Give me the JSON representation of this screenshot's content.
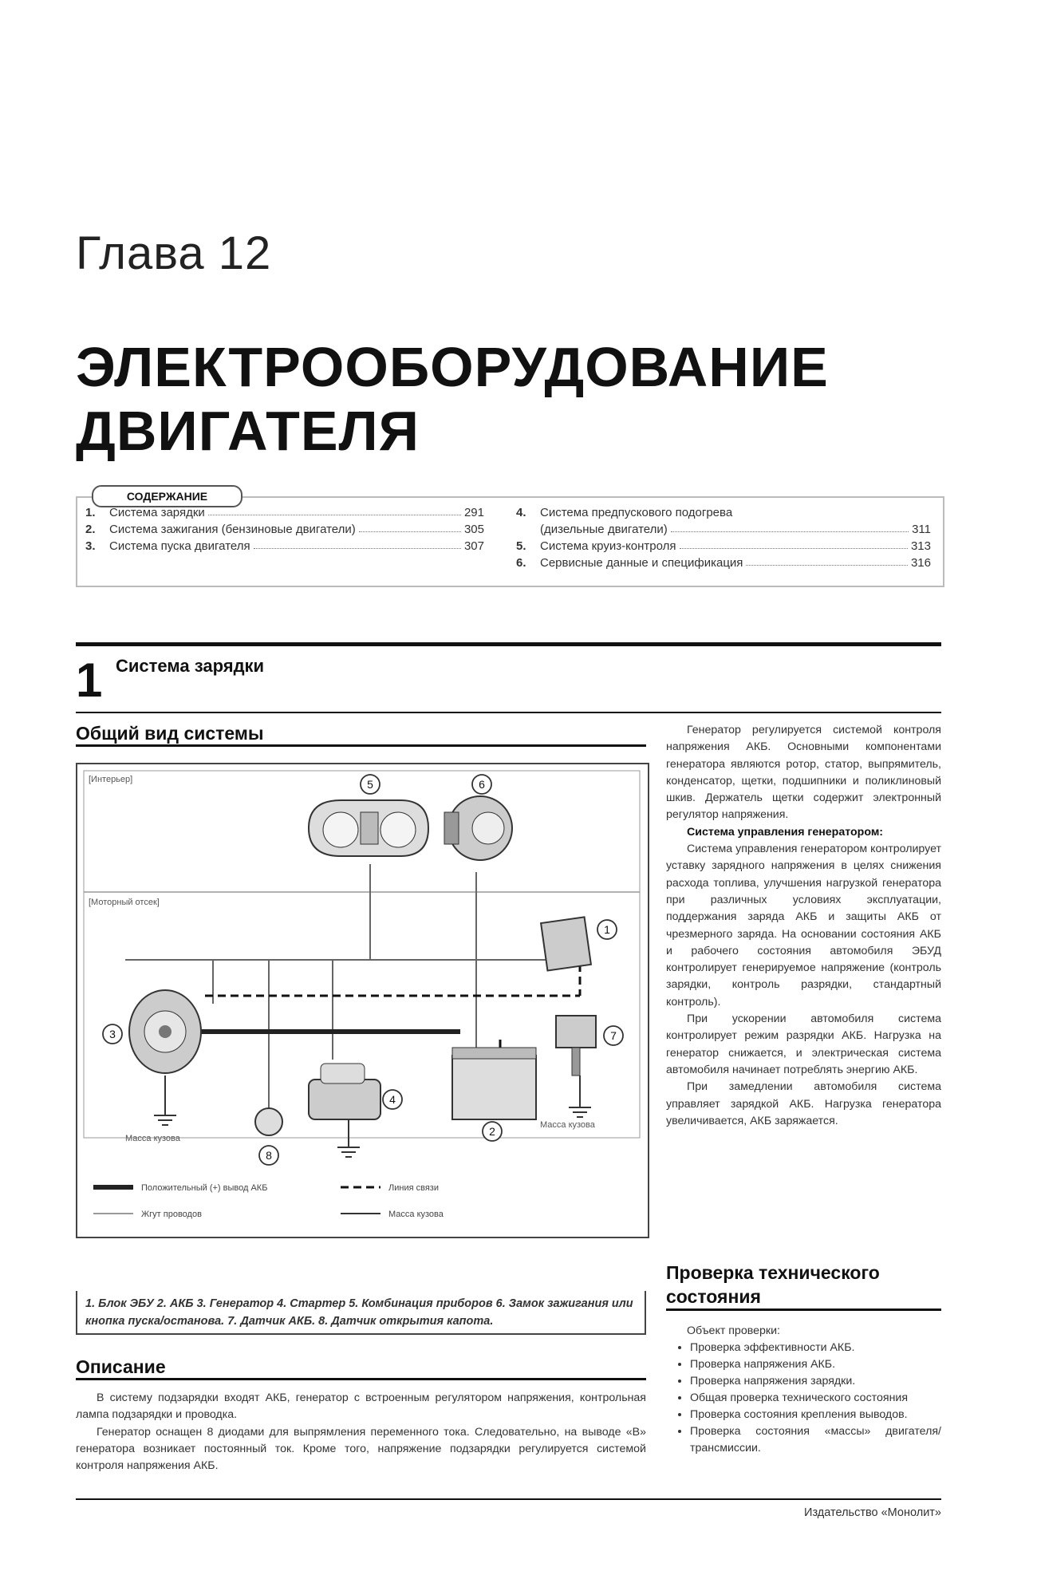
{
  "chapter": {
    "label": "Глава 12",
    "title": "ЭЛЕКТРООБОРУДОВАНИЕ ДВИГАТЕЛЯ"
  },
  "toc": {
    "heading": "СОДЕРЖАНИЕ",
    "items": [
      {
        "num": "1.",
        "text": "Система зарядки",
        "page": "291"
      },
      {
        "num": "2.",
        "text": "Система зажигания (бензиновые двигатели)",
        "page": "305"
      },
      {
        "num": "3.",
        "text": "Система пуска двигателя",
        "page": "307"
      },
      {
        "num": "4.",
        "text": "Система предпускового подогрева",
        "page": ""
      },
      {
        "num": "",
        "text": "(дизельные двигатели)",
        "page": "311"
      },
      {
        "num": "5.",
        "text": "Система круиз-контроля",
        "page": "313"
      },
      {
        "num": "6.",
        "text": "Сервисные данные и спецификация",
        "page": "316"
      }
    ]
  },
  "section": {
    "number": "1",
    "title": "Система зарядки"
  },
  "overview": {
    "heading": "Общий вид системы"
  },
  "diagram": {
    "interior_label": "[Интерьер]",
    "engine_label": "[Моторный отсек]",
    "ground_label": "Масса кузова",
    "callouts": [
      "1",
      "2",
      "3",
      "4",
      "5",
      "6",
      "7",
      "8"
    ],
    "legend": {
      "positive": "Положительный (+) вывод АКБ",
      "data_link": "Линия связи",
      "harness": "Жгут проводов",
      "ground": "Масса кузова"
    }
  },
  "caption": "1. Блок ЭБУ 2. АКБ 3. Генератор 4. Стартер 5. Комбинация приборов 6. Замок зажигания или кнопка пуска/останова. 7. Датчик АКБ. 8. Датчик открытия капота.",
  "description": {
    "heading": "Описание",
    "p1": "В систему подзарядки входят АКБ, генератор с встроенным регулятором напряжения, контрольная лампа подзарядки и проводка.",
    "p2": "Генератор оснащен 8 диодами для выпрямления переменного тока. Следовательно, на выводе «B» генератора возникает постоянный ток. Кроме того, напряжение подзарядки регулируется системой контроля напряжения АКБ."
  },
  "right_col": {
    "p1": "Генератор регулируется системой контроля напряжения АКБ. Основными компонентами генератора являются ротор, статор, выпрямитель, конденсатор, щетки, подшипники и поликлиновый шкив. Держатель щетки содержит электронный регулятор напряжения.",
    "subhead": "Система управления генератором:",
    "p2": "Система управления генератором контролирует уставку зарядного напряжения в целях снижения расхода топлива, улучшения нагрузкой генератора при различных условиях эксплуатации, поддержания заряда АКБ и защиты АКБ от чрезмерного заряда. На основании состояния АКБ и рабочего состояния автомобиля ЭБУД контролирует генерируемое напряжение (контроль зарядки, контроль разрядки, стандартный контроль).",
    "p3": "При ускорении автомобиля система контролирует режим разрядки АКБ. Нагрузка на генератор снижается, и электрическая система автомобиля начинает потреблять энергию АКБ.",
    "p4": "При замедлении автомобиля система управляет зарядкой АКБ. Нагрузка генератора увеличивается, АКБ заряжается."
  },
  "check": {
    "heading": "Проверка технического состояния",
    "intro": "Объект проверки:",
    "items": [
      "Проверка эффективности АКБ.",
      "Проверка напряжения АКБ.",
      "Проверка напряжения зарядки.",
      "Общая проверка технического состояния",
      "Проверка состояния крепления выводов.",
      "Проверка состояния «массы» двигателя/трансмиссии."
    ]
  },
  "footer": "Издательство «Монолит»"
}
